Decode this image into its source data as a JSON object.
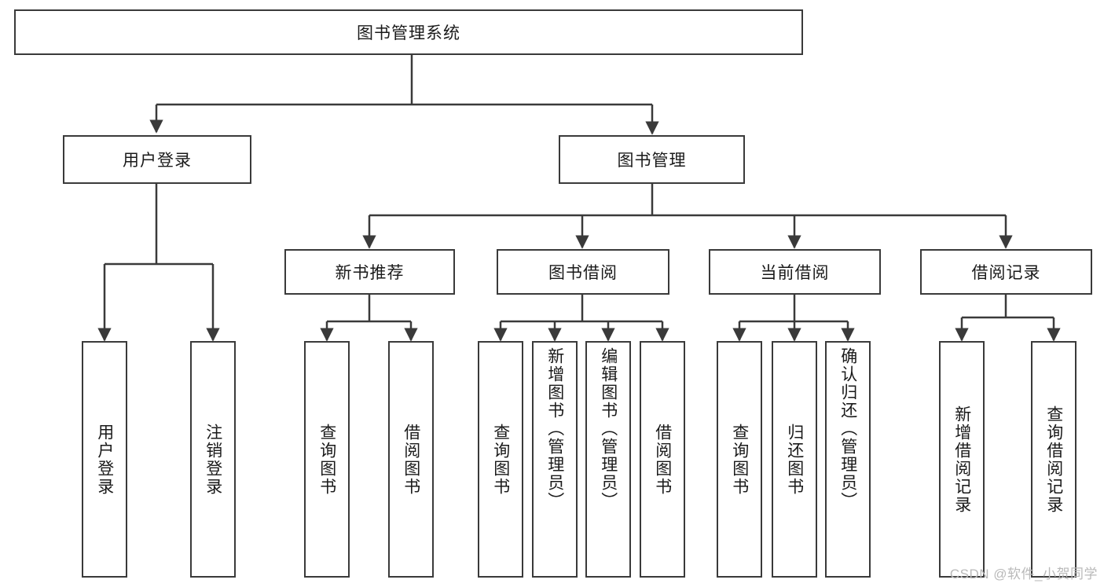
{
  "diagram": {
    "title": "图书管理系统",
    "type": "tree-hierarchy-chart",
    "root": {
      "label": "图书管理系统"
    },
    "level2": [
      {
        "label": "用户登录"
      },
      {
        "label": "图书管理"
      }
    ],
    "level3": [
      {
        "label": "新书推荐"
      },
      {
        "label": "图书借阅"
      },
      {
        "label": "当前借阅"
      },
      {
        "label": "借阅记录"
      }
    ],
    "leaves": {
      "user_login": [
        {
          "label": "用户登录"
        },
        {
          "label": "注销登录"
        }
      ],
      "new_book_recommend": [
        {
          "label": "查询图书"
        },
        {
          "label": "借阅图书"
        }
      ],
      "book_borrow": [
        {
          "label": "查询图书"
        },
        {
          "label": "新增图书（管理员）"
        },
        {
          "label": "编辑图书（管理员）"
        },
        {
          "label": "借阅图书"
        }
      ],
      "current_borrow": [
        {
          "label": "查询图书"
        },
        {
          "label": "归还图书"
        },
        {
          "label": "确认归还（管理员）"
        }
      ],
      "borrow_record": [
        {
          "label": "新增借阅记录"
        },
        {
          "label": "查询借阅记录"
        }
      ]
    }
  },
  "watermark": {
    "text": "CSDN @软件_小贺同学"
  },
  "colors": {
    "border": "#3a3a3a",
    "background": "#ffffff",
    "text": "#1a1a1a",
    "watermark": "#b9b9b9"
  }
}
